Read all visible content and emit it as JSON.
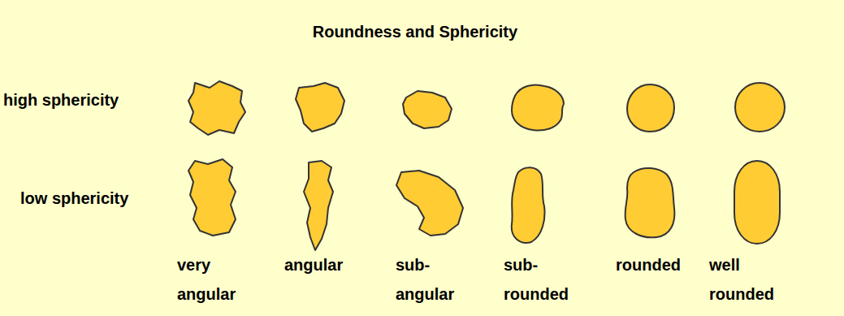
{
  "diagram": {
    "title": "Roundness and Sphericity",
    "labels": [
      "high sphericity",
      "low sphericity",
      "very angular",
      "angular",
      "sub- angular",
      "sub- rounded",
      "rounded",
      "well rounded"
    ]
  }
}
